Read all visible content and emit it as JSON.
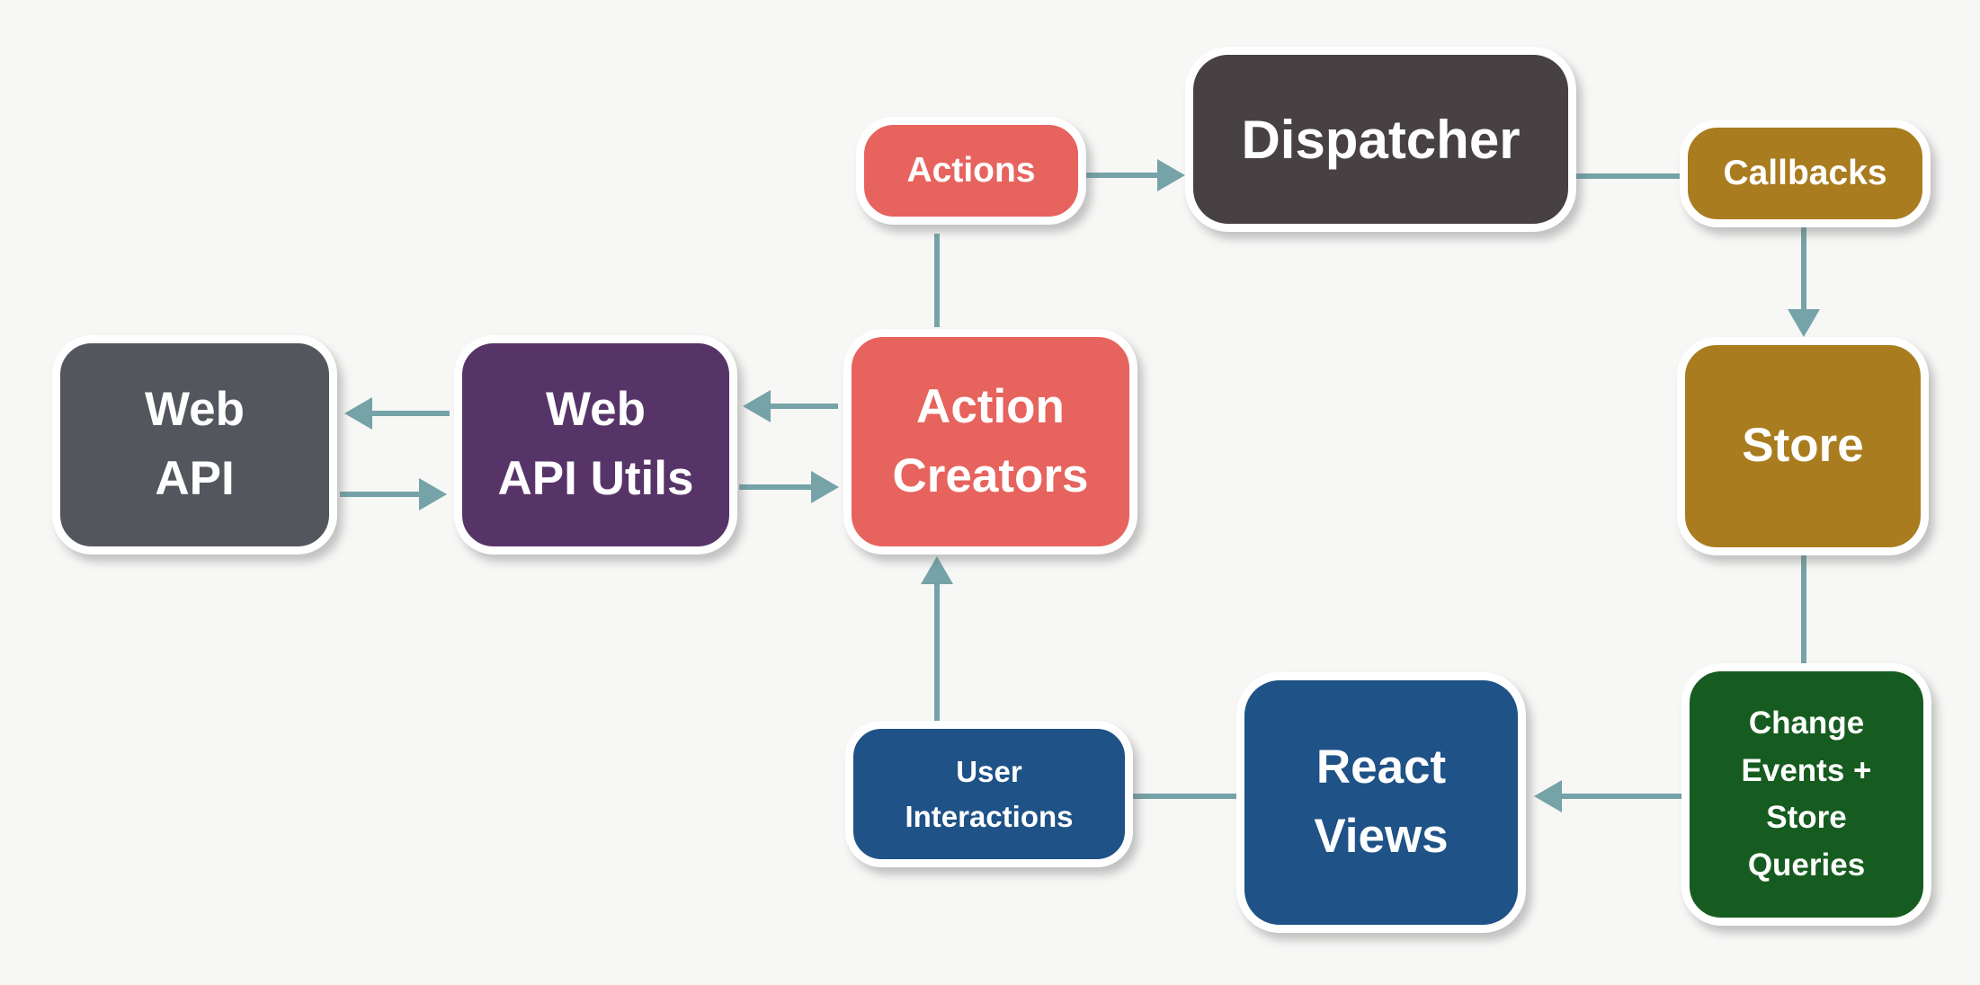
{
  "diagram": {
    "type": "flux-architecture-flow",
    "colors": {
      "background": "#f7f7f6",
      "arrow": "#75a3a7",
      "node_border": "#ffffff",
      "node_text": "#ffffff",
      "salmon": "#e7635e",
      "charcoal": "#474144",
      "gold": "#a87c1f",
      "slate": "#53575d",
      "purple": "#573468",
      "blue": "#1f5286",
      "green": "#165c20"
    },
    "nodes": {
      "web_api": {
        "label": "Web\nAPI",
        "fill": "#53575d"
      },
      "web_api_utils": {
        "label": "Web\nAPI Utils",
        "fill": "#573468"
      },
      "action_creators": {
        "label": "Action\nCreators",
        "fill": "#e7635e"
      },
      "actions": {
        "label": "Actions",
        "fill": "#e7635e"
      },
      "dispatcher": {
        "label": "Dispatcher",
        "fill": "#474144"
      },
      "callbacks": {
        "label": "Callbacks",
        "fill": "#a87c1f"
      },
      "store": {
        "label": "Store",
        "fill": "#a87c1f"
      },
      "change_events": {
        "label": "Change\nEvents +\nStore\nQueries",
        "fill": "#165c20"
      },
      "react_views": {
        "label": "React\nViews",
        "fill": "#1f5286"
      },
      "user_interactions": {
        "label": "User\nInteractions",
        "fill": "#1f5286"
      }
    },
    "edges": [
      {
        "from": "Actions",
        "to": "Dispatcher",
        "arrowhead": true
      },
      {
        "from": "Dispatcher",
        "to": "Callbacks",
        "arrowhead": false
      },
      {
        "from": "Callbacks",
        "to": "Store",
        "arrowhead": true
      },
      {
        "from": "Store",
        "to": "Change Events + Store Queries",
        "arrowhead": false
      },
      {
        "from": "Change Events + Store Queries",
        "to": "React Views",
        "arrowhead": true
      },
      {
        "from": "React Views",
        "to": "User Interactions",
        "arrowhead": false
      },
      {
        "from": "User Interactions",
        "to": "Action Creators",
        "arrowhead": true
      },
      {
        "from": "Action Creators",
        "to": "Actions",
        "arrowhead": false
      },
      {
        "from": "Action Creators",
        "to": "Web API Utils",
        "arrowhead": true
      },
      {
        "from": "Web API Utils",
        "to": "Web API",
        "arrowhead": true
      },
      {
        "from": "Web API",
        "to": "Web API Utils",
        "arrowhead": true
      },
      {
        "from": "Web API Utils",
        "to": "Action Creators",
        "arrowhead": true
      }
    ]
  }
}
